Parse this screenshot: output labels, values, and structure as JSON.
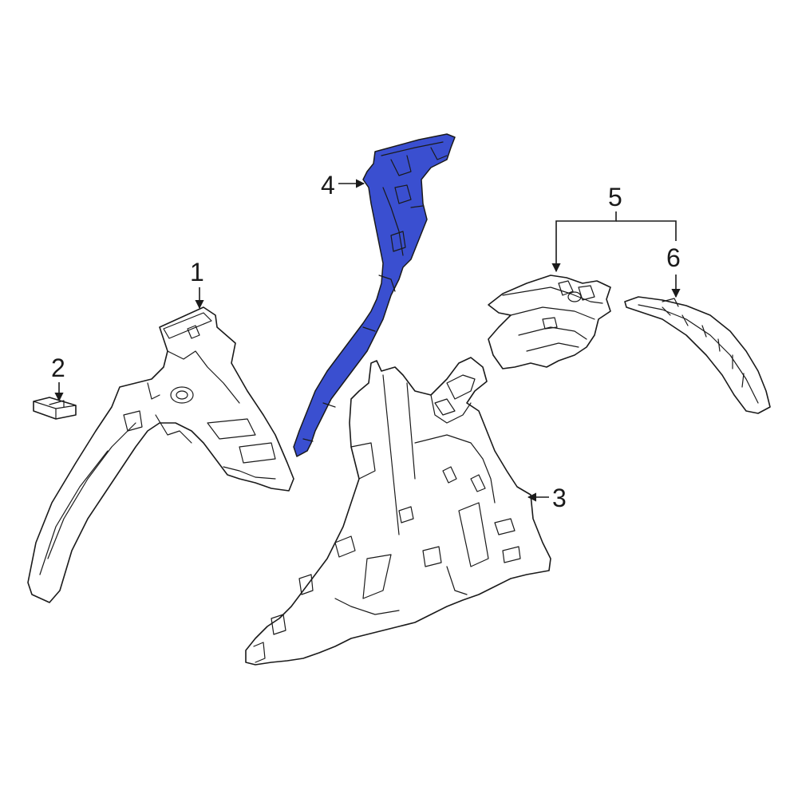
{
  "diagram": {
    "highlight_color": "#3a4fd0",
    "line_color": "#1a1a1a",
    "background": "#ffffff",
    "callouts": [
      {
        "id": "1",
        "label": "1"
      },
      {
        "id": "2",
        "label": "2"
      },
      {
        "id": "3",
        "label": "3"
      },
      {
        "id": "4",
        "label": "4"
      },
      {
        "id": "5",
        "label": "5"
      },
      {
        "id": "6",
        "label": "6"
      }
    ]
  }
}
